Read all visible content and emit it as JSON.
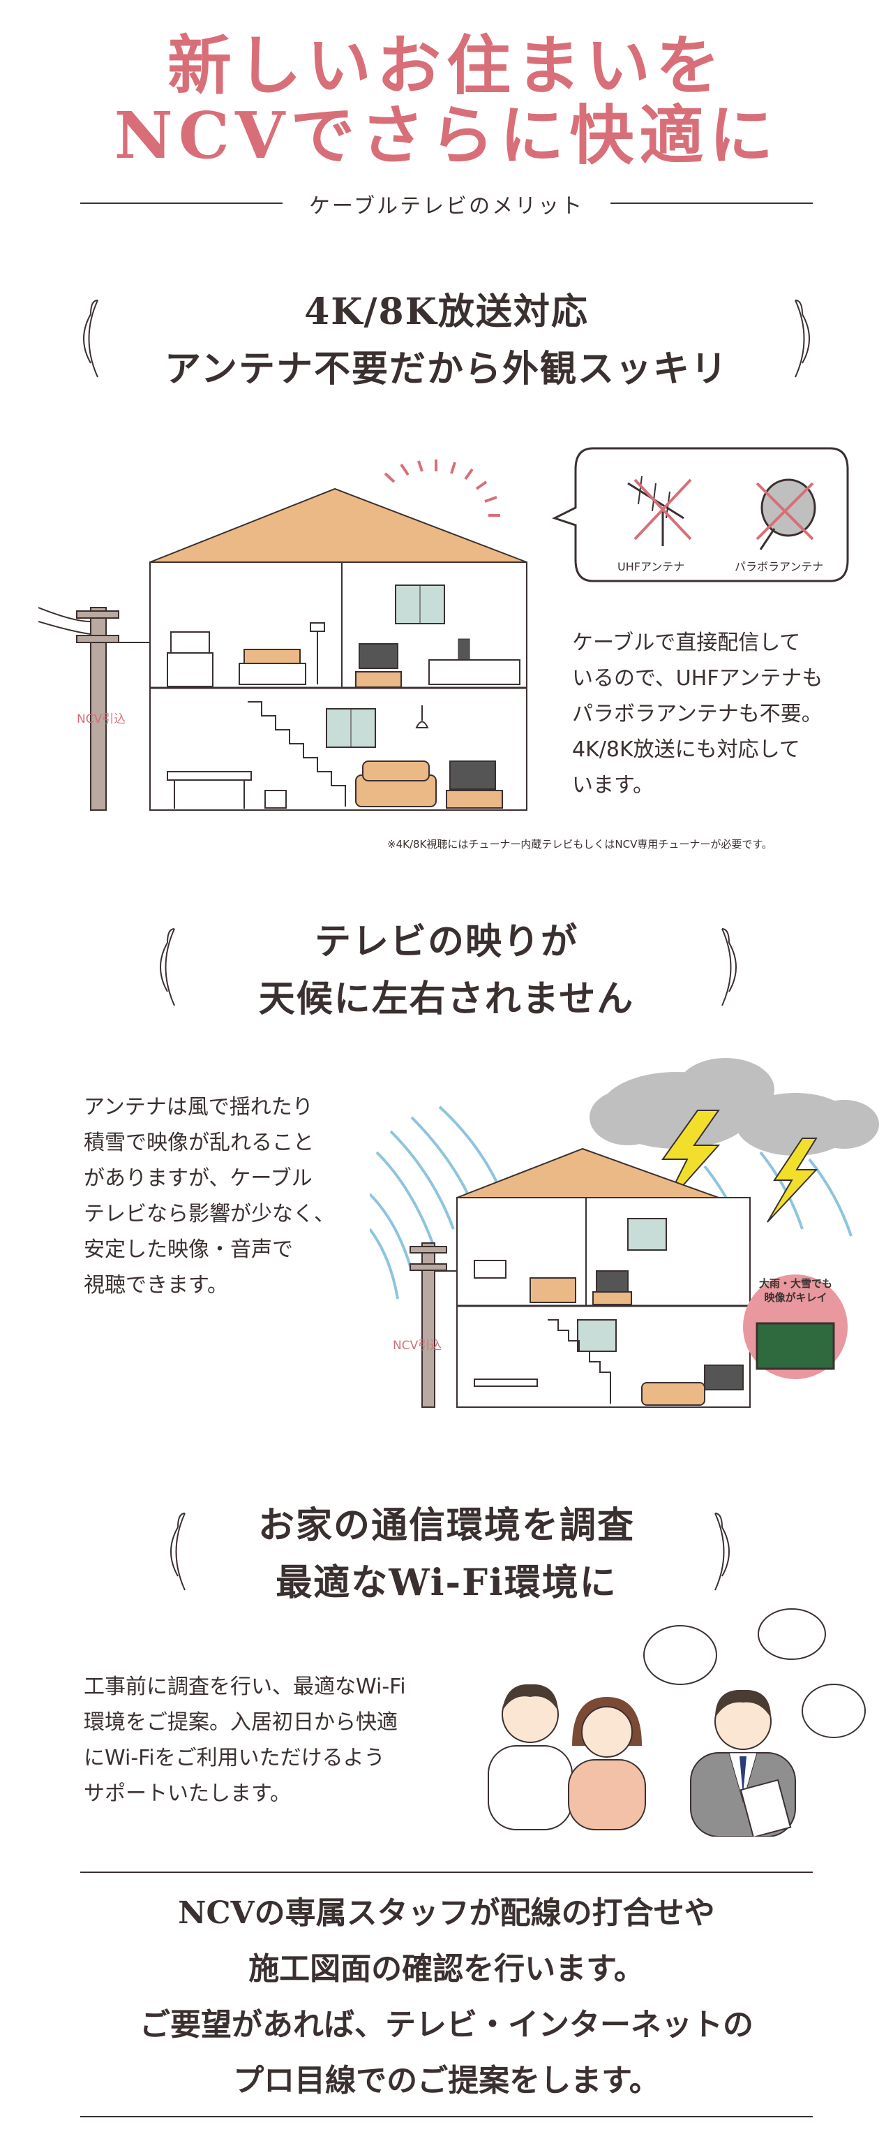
{
  "hero": {
    "line1": "新しいお住まいを",
    "line2": "NCVでさらに快適に"
  },
  "subtitle": "ケーブルテレビのメリット",
  "section1": {
    "title_line1": "4K/8K放送対応",
    "title_line2": "アンテナ不要だから外観スッキリ",
    "body": "ケーブルで直接配信して\nいるので、UHFアンテナも\nパラボラアンテナも不要。\n4K/8K放送にも対応して\nいます。",
    "note": "※4K/8K視聴にはチューナー内蔵テレビもしくはNCV専用チューナーが必要です。",
    "pole_label": "NCV引込",
    "bubble_uhf": "UHFアンテナ",
    "bubble_parabola": "パラボラアンテナ"
  },
  "section2": {
    "title_line1": "テレビの映りが",
    "title_line2": "天候に左右されません",
    "body": "アンテナは風で揺れたり\n積雪で映像が乱れること\nがありますが、ケーブル\nテレビなら影響が少なく、\n安定した映像・音声で\n視聴できます。",
    "pole_label": "NCV引込",
    "tv_badge": "大雨・大雪でも\n映像がキレイ"
  },
  "section3": {
    "title_line1": "お家の通信環境を調査",
    "title_line2": "最適なWi-Fi環境に",
    "body": "工事前に調査を行い、最適なWi-Fi\n環境をご提案。入居初日から快適\nにWi-Fiをご利用いただけるよう\nサポートいたします。"
  },
  "closing": "NCVの専属スタッフが配線の打合せや\n施工図面の確認を行います。\nご要望があれば、テレビ・インターネットの\nプロ目線でのご提案をします。",
  "colors": {
    "accent": "#d86f78",
    "text": "#3b3030",
    "roof": "#ebb986",
    "window": "#c8ddd8",
    "pink_badge": "#e8989e",
    "cloud": "#bfbfbf",
    "bolt": "#f2df2c",
    "rain": "#8ec4de"
  }
}
